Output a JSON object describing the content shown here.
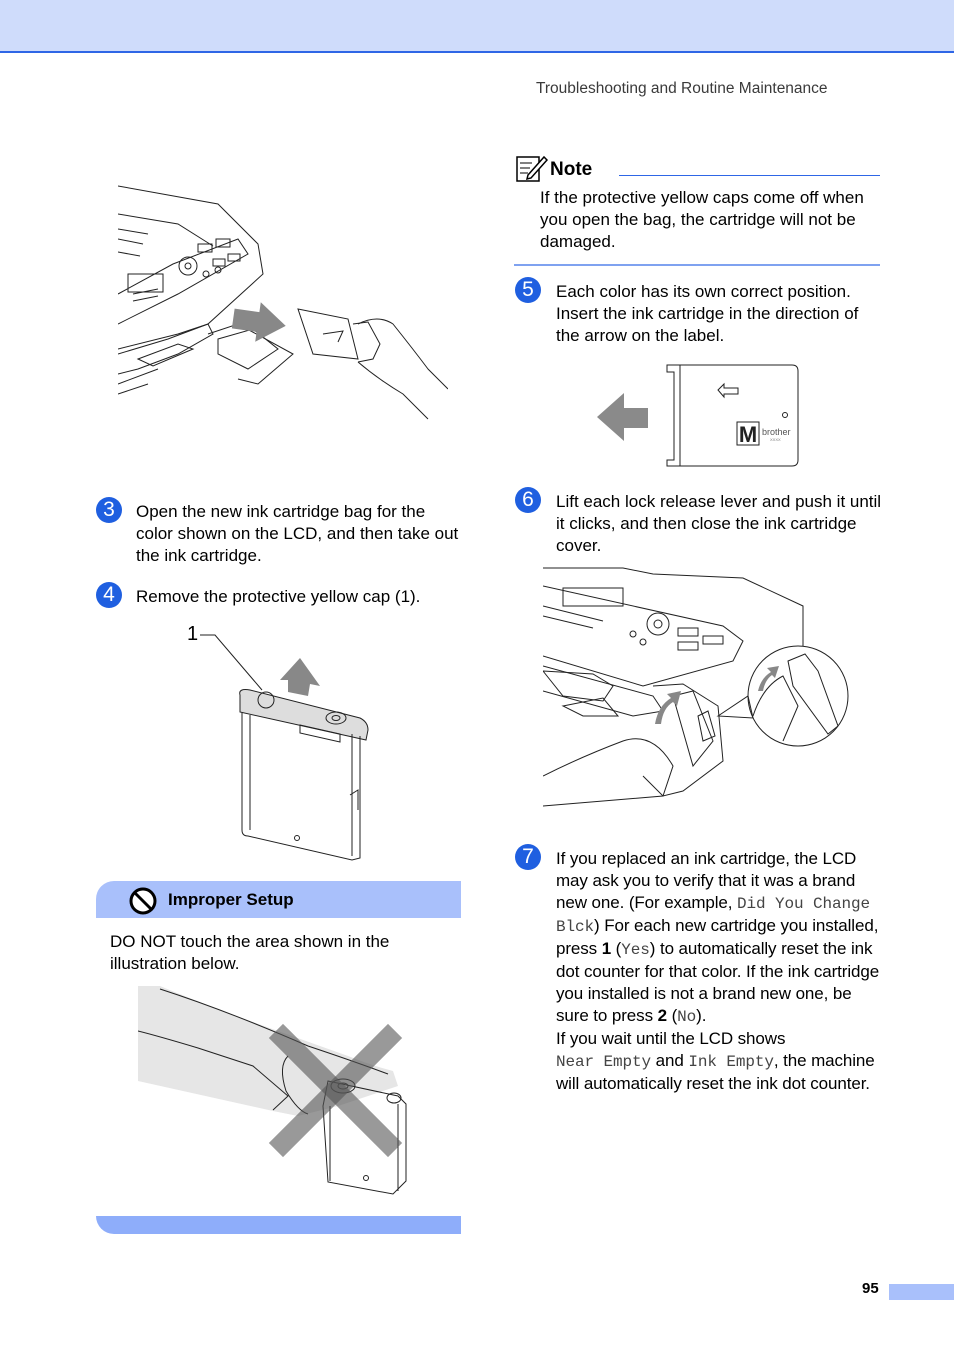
{
  "header": {
    "section_title": "Troubleshooting and Routine Maintenance"
  },
  "note": {
    "title": "Note",
    "text": "If the protective yellow caps come off when you open the bag, the cartridge will not be damaged."
  },
  "steps": [
    {
      "number": "3",
      "text": "Open the new ink cartridge bag for the color shown on the LCD, and then take out the ink cartridge."
    },
    {
      "number": "4",
      "text": "Remove the protective yellow cap (1)."
    },
    {
      "number": "5",
      "text": "Each color has its own correct position. Insert the ink cartridge in the direction of the arrow on the label."
    },
    {
      "number": "6",
      "text": "Lift each lock release lever and push it until it clicks, and then close the ink cartridge cover."
    },
    {
      "number": "7",
      "intro": "If you replaced an ink cartridge, the LCD may ask you to verify that it was a brand new one. (For example,",
      "lcd_example": "Did You Change Blck",
      "after_example": ") For each new cartridge you installed, press",
      "key_yes": "1",
      "yes_label": "Yes",
      "yes_sentence": ") to automatically reset the ink dot counter for that color. If the ink cartridge you installed is not a brand new one, be sure to press",
      "key_no": "2",
      "no_label": "No",
      "wait_sentence": "If you wait until the LCD shows",
      "near_empty": "Near Empty",
      "and_word": "and",
      "ink_empty": "Ink Empty",
      "closing": ", the machine will automatically reset the ink dot counter."
    }
  ],
  "figure_cap": {
    "callout": "1"
  },
  "figure_label": {
    "color_letter": "M",
    "brand": "brother",
    "code": "XXXX"
  },
  "improper_setup": {
    "title": "Improper Setup",
    "text": "DO NOT touch the area shown in the illustration below."
  },
  "page_number": "95",
  "colors": {
    "accent": "#1f5fe0",
    "band": "#a9c0fb",
    "topbar": "#cfdcfb"
  }
}
